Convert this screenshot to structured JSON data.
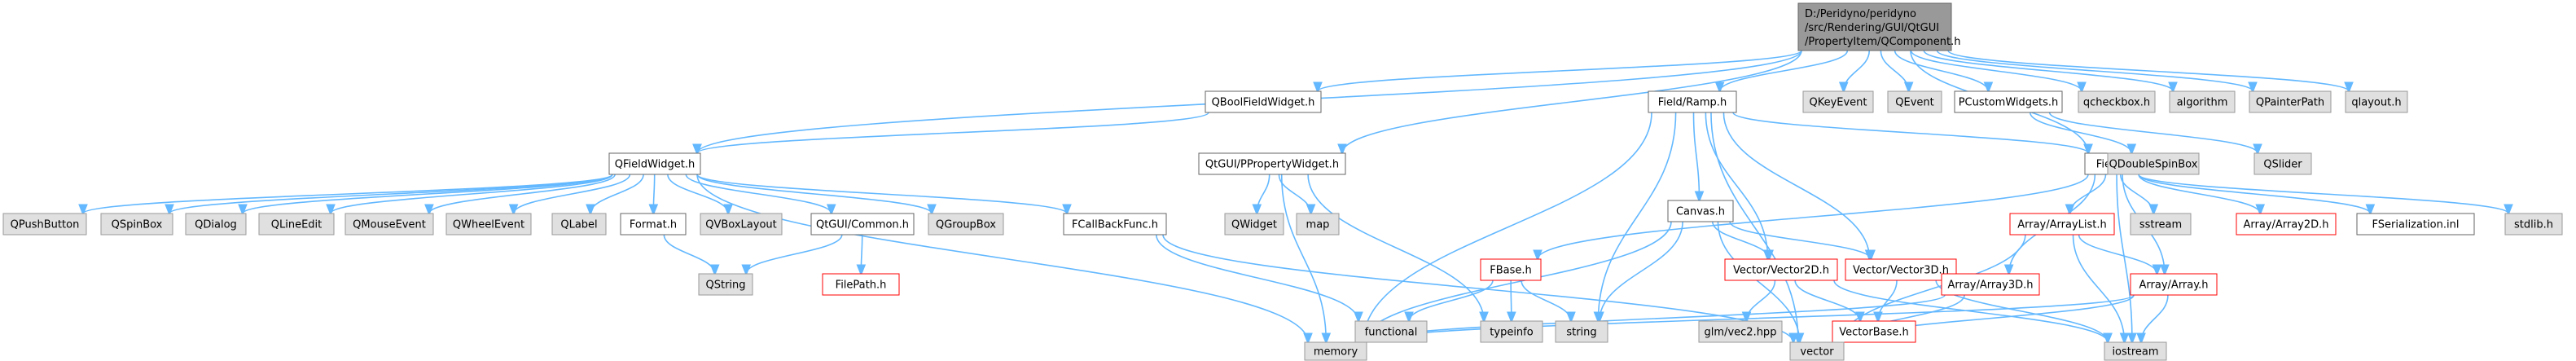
{
  "colors": {
    "edge": "#63b8ff",
    "root_fill": "#999999",
    "node_fill": "#ffffff",
    "node_stroke": "#666666",
    "external_fill": "#e0e0e0",
    "external_stroke": "#999999",
    "missing_stroke": "#ff0000"
  },
  "nodes": {
    "root": {
      "label": "D:/Peridyno/peridyno/src/Rendering/GUI/QtGUI/PropertyItem/QComponent.h",
      "style": "root"
    },
    "qboolfieldwidget": {
      "label": "QBoolFieldWidget.h",
      "style": "internal"
    },
    "fieldramp": {
      "label": "Field/Ramp.h",
      "style": "internal"
    },
    "qkeyevent": {
      "label": "QKeyEvent",
      "style": "external"
    },
    "qevent": {
      "label": "QEvent",
      "style": "external"
    },
    "pcustomwidgets": {
      "label": "PCustomWidgets.h",
      "style": "internal"
    },
    "qcheckbox": {
      "label": "qcheckbox.h",
      "style": "external"
    },
    "algorithm": {
      "label": "algorithm",
      "style": "external"
    },
    "qpainterpath": {
      "label": "QPainterPath",
      "style": "external"
    },
    "qlayout": {
      "label": "qlayout.h",
      "style": "external"
    },
    "qfieldwidget": {
      "label": "QFieldWidget.h",
      "style": "internal"
    },
    "qtguipropwidget": {
      "label": "QtGUI/PPropertyWidget.h",
      "style": "internal"
    },
    "fieldh": {
      "label": "Field.h",
      "style": "internal"
    },
    "qdoublespinbox": {
      "label": "QDoubleSpinBox",
      "style": "external"
    },
    "qslider": {
      "label": "QSlider",
      "style": "external"
    },
    "canvash": {
      "label": "Canvas.h",
      "style": "internal"
    },
    "qpushbutton": {
      "label": "QPushButton",
      "style": "external"
    },
    "qspinbox": {
      "label": "QSpinBox",
      "style": "external"
    },
    "qdialog": {
      "label": "QDialog",
      "style": "external"
    },
    "qlineedit": {
      "label": "QLineEdit",
      "style": "external"
    },
    "qmouseevent": {
      "label": "QMouseEvent",
      "style": "external"
    },
    "qwheelevent": {
      "label": "QWheelEvent",
      "style": "external"
    },
    "qlabel": {
      "label": "QLabel",
      "style": "external"
    },
    "formath": {
      "label": "Format.h",
      "style": "internal"
    },
    "qvboxlayout": {
      "label": "QVBoxLayout",
      "style": "external"
    },
    "qtguicommon": {
      "label": "QtGUI/Common.h",
      "style": "internal"
    },
    "qgroupbox": {
      "label": "QGroupBox",
      "style": "external"
    },
    "fcallbackfunc": {
      "label": "FCallBackFunc.h",
      "style": "internal"
    },
    "qwidget": {
      "label": "QWidget",
      "style": "external"
    },
    "map": {
      "label": "map",
      "style": "external"
    },
    "fbase": {
      "label": "FBase.h",
      "style": "missing"
    },
    "vector2d": {
      "label": "Vector/Vector2D.h",
      "style": "missing"
    },
    "vector3d": {
      "label": "Vector/Vector3D.h",
      "style": "missing"
    },
    "arraylist": {
      "label": "Array/ArrayList.h",
      "style": "missing"
    },
    "sstream": {
      "label": "sstream",
      "style": "external"
    },
    "array2d": {
      "label": "Array/Array2D.h",
      "style": "missing"
    },
    "fserialization": {
      "label": "FSerialization.inl",
      "style": "internal"
    },
    "stdlib": {
      "label": "stdlib.h",
      "style": "external"
    },
    "qstring": {
      "label": "QString",
      "style": "external"
    },
    "filepath": {
      "label": "FilePath.h",
      "style": "missing"
    },
    "functional": {
      "label": "functional",
      "style": "external"
    },
    "typeinfo": {
      "label": "typeinfo",
      "style": "external"
    },
    "string": {
      "label": "string",
      "style": "external"
    },
    "glmvec2": {
      "label": "glm/vec2.hpp",
      "style": "external"
    },
    "vectorbase": {
      "label": "VectorBase.h",
      "style": "missing"
    },
    "array3d": {
      "label": "Array/Array3D.h",
      "style": "missing"
    },
    "arrayh": {
      "label": "Array/Array.h",
      "style": "missing"
    },
    "memory": {
      "label": "memory",
      "style": "external"
    },
    "vector": {
      "label": "vector",
      "style": "external"
    },
    "iostream": {
      "label": "iostream",
      "style": "external"
    }
  }
}
